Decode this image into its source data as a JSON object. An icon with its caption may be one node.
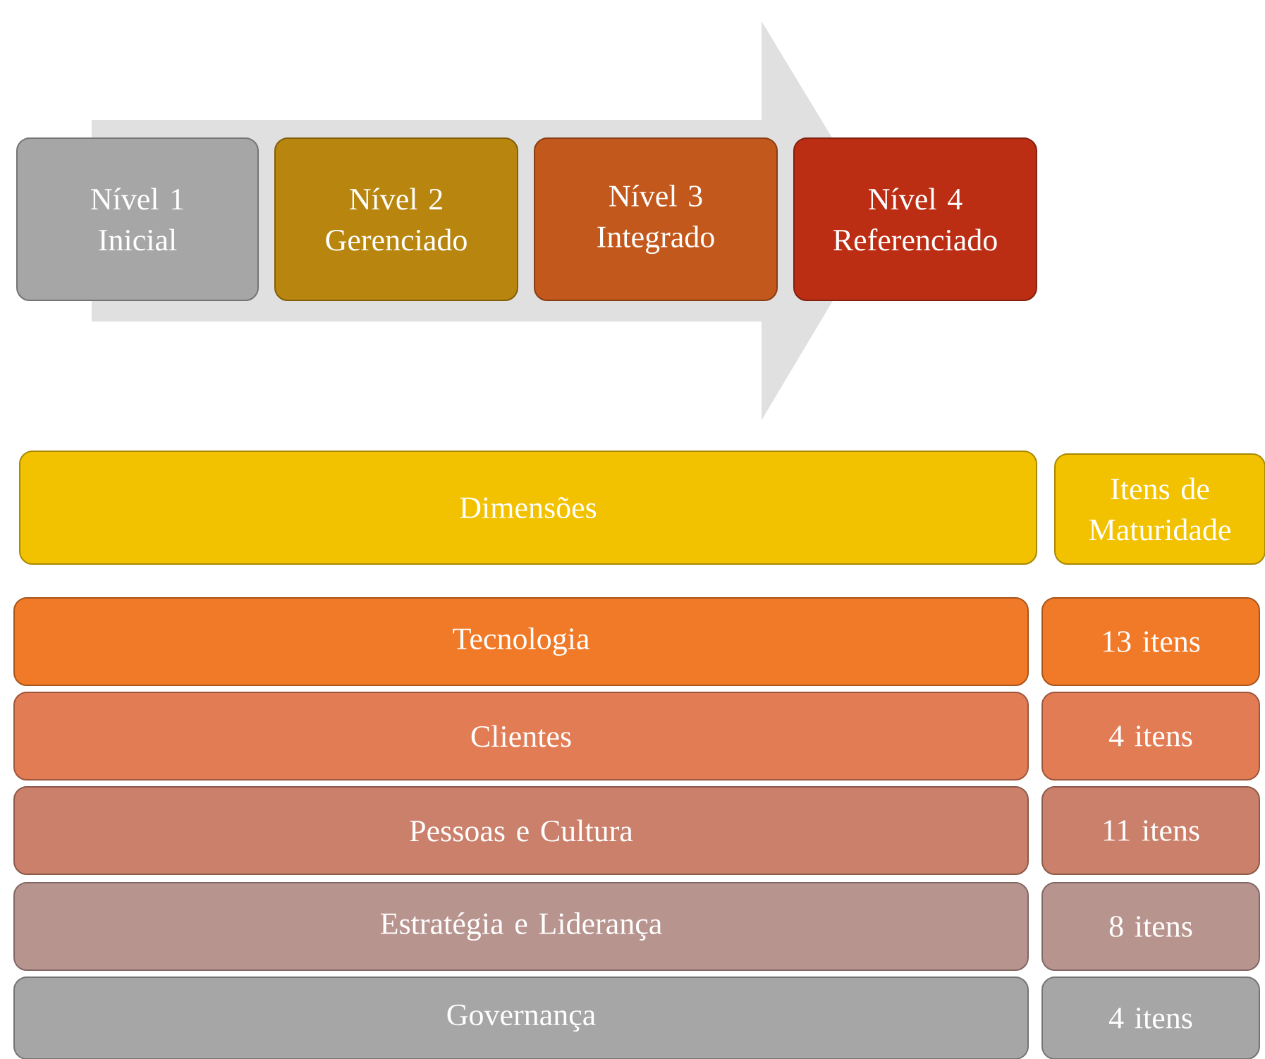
{
  "diagram": {
    "nodes": [
      {
        "text": [
          "Nível 1",
          "Inicial"
        ]
      },
      {
        "text": [
          "Nível 2",
          "Gerenciado"
        ]
      },
      {
        "text": [
          "Nível 3",
          "Integrado"
        ]
      },
      {
        "text": [
          "Nível 4",
          "Referenciado"
        ]
      },
      {
        "text": [
          "Dimensões"
        ]
      },
      {
        "text": [
          "Itens de Maturidade"
        ]
      },
      {
        "text": [
          "Tecnologia"
        ]
      },
      {
        "text": [
          "13 itens"
        ]
      },
      {
        "text": [
          "Clientes"
        ]
      },
      {
        "text": [
          "4 itens"
        ]
      },
      {
        "text": [
          "Pessoas e Cultura"
        ]
      },
      {
        "text": [
          "11 itens"
        ]
      },
      {
        "text": [
          "Estratégia e Liderança"
        ]
      },
      {
        "text": [
          "8 itens"
        ]
      },
      {
        "text": [
          "Governança"
        ]
      },
      {
        "text": [
          "4 itens"
        ]
      }
    ],
    "edges": [
      {
        "from": 0,
        "to": 3,
        "arrow": "to"
      }
    ]
  }
}
